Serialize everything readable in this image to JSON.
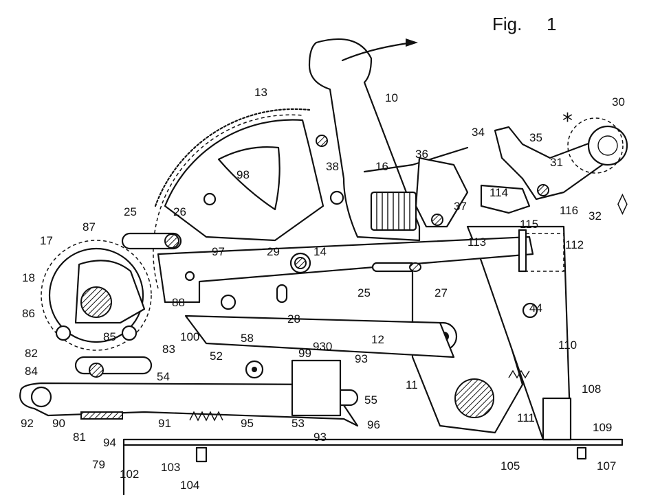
{
  "figure": {
    "title": "Fig.",
    "number": "1",
    "symbol_star": "*",
    "symbol_diamond": "◊"
  },
  "labels": [
    "10",
    "13",
    "16",
    "38",
    "98",
    "25",
    "26",
    "87",
    "17",
    "18",
    "86",
    "85",
    "88",
    "100",
    "83",
    "82",
    "84",
    "92",
    "90",
    "81",
    "79",
    "94",
    "102",
    "103",
    "104",
    "91",
    "95",
    "53",
    "55",
    "96",
    "93",
    "930",
    "93",
    "99",
    "58",
    "52",
    "54",
    "97",
    "29",
    "28",
    "14",
    "25",
    "27",
    "12",
    "11",
    "44",
    "110",
    "108",
    "109",
    "111",
    "105",
    "107",
    "112",
    "113",
    "114",
    "115",
    "116",
    "32",
    "31",
    "30",
    "35",
    "34",
    "36",
    "37"
  ]
}
